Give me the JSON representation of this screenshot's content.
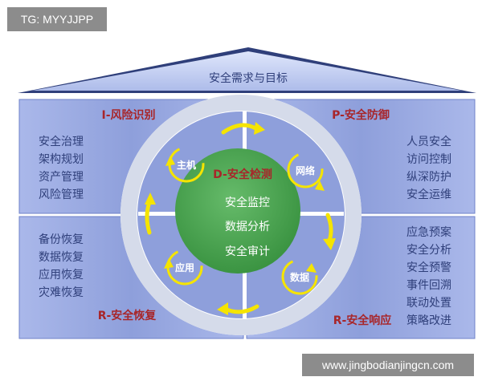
{
  "watermark_tag": "TG: MYYJJPP",
  "watermark_url": "www.jingbodianjingcn.com",
  "roof_label": "安全需求与目标",
  "quadrants": {
    "top_left": {
      "title": "I-风险识别",
      "items": [
        "安全治理",
        "架构规划",
        "资产管理",
        "风险管理"
      ]
    },
    "top_right": {
      "title": "P-安全防御",
      "items": [
        "人员安全",
        "访问控制",
        "纵深防护",
        "安全运维"
      ]
    },
    "bottom_left": {
      "title": "R-安全恢复",
      "items": [
        "备份恢复",
        "数据恢复",
        "应用恢复",
        "灾难恢复"
      ]
    },
    "bottom_right": {
      "title": "R-安全响应",
      "items": [
        "应急预案",
        "安全分析",
        "安全预警",
        "事件回溯",
        "联动处置",
        "策略改进"
      ]
    }
  },
  "center": {
    "title": "D-安全检测",
    "items": [
      "安全监控",
      "数据分析",
      "安全审计"
    ]
  },
  "nodes": {
    "host": "主机",
    "network": "网络",
    "application": "应用",
    "data": "数据"
  },
  "colors": {
    "panel": "#8fa0dc",
    "roof": "#2f3f7a",
    "title": "#a8262a",
    "center": "#43a047",
    "arrow": "#f5e400"
  }
}
